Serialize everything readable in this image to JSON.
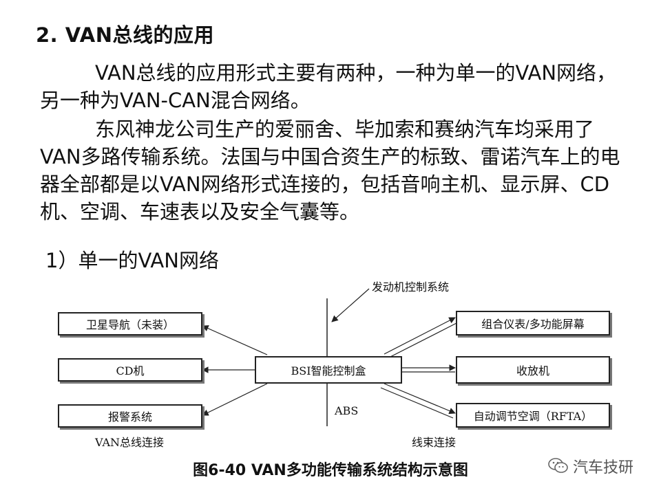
{
  "heading": "2. VAN总线的应用",
  "paragraphs": [
    "VAN总线的应用形式主要有两种，一种为单一的VAN网络，另一种为VAN-CAN混合网络。",
    "东风神龙公司生产的爱丽舍、毕加索和赛纳汽车均采用了VAN多路传输系统。法国与中国合资生产的标致、雷诺汽车上的电器全部都是以VAN网络形式连接的，包括音响主机、显示屏、CD机、空调、车速表以及安全气囊等。"
  ],
  "subheading": "1）单一的VAN网络",
  "diagram": {
    "center_box": "BSI智能控制盒",
    "left_boxes": [
      "卫星导航（未装）",
      "CD机",
      "报警系统"
    ],
    "right_boxes": [
      "组合仪表/多功能屏幕",
      "收放机",
      "自动调节空调（RFTA）"
    ],
    "top_label": "发动机控制系统",
    "abs_label": "ABS",
    "left_bottom_label": "VAN总线连接",
    "right_bottom_label": "线束连接"
  },
  "caption": "图6-40   VAN多功能传输系统结构示意图",
  "watermark": {
    "text": "汽车技研",
    "icon": "wechat-icon"
  }
}
